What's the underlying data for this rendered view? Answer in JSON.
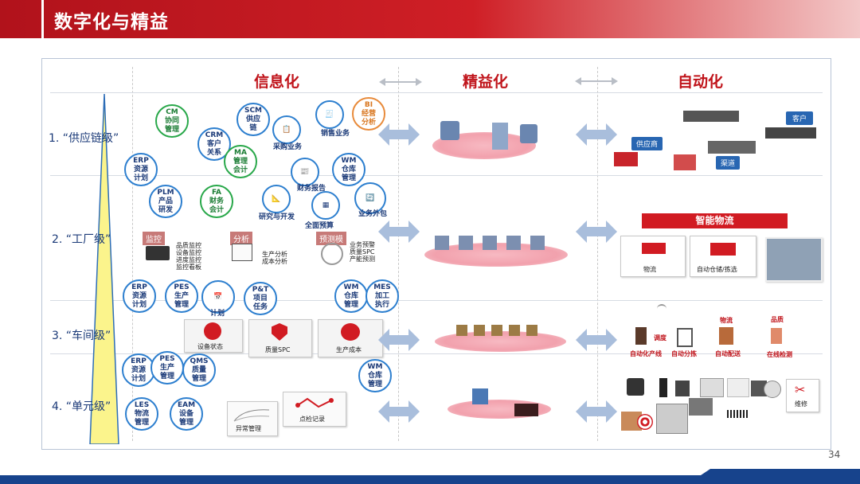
{
  "header": {
    "title": "数字化与精益"
  },
  "page_number": "34",
  "sections": {
    "info": "信息化",
    "lean": "精益化",
    "auto": "自动化"
  },
  "levels": [
    "1. “供应链级”",
    "2. “工厂级”",
    "3. “车间级”",
    "4. “单元级”"
  ],
  "circles": {
    "cm": "CM\n协同\n管理",
    "scm": "SCM\n供应\n链",
    "bi": "BI\n经营\n分析",
    "crm": "CRM\n客户\n关系",
    "ma": "MA\n管理\n会计",
    "wm1": "WM\n仓库\n管理",
    "erp1": "ERP\n资源\n计划",
    "plm": "PLM\n产品\n研发",
    "fa": "FA\n财务\n会计",
    "erp2": "ERP\n资源\n计划",
    "pes1": "PES\n生产\n管理",
    "pt": "P&T\n项目\n任务",
    "wm2": "WM\n仓库\n管理",
    "mes": "MES\n加工\n执行",
    "erp3": "ERP\n资源\n计划",
    "pes2": "PES\n生产\n管理",
    "qms": "QMS\n质量\n管理",
    "wm3": "WM\n仓库\n管理",
    "les": "LES\n物流\n管理",
    "eam": "EAM\n设备\n管理"
  },
  "labels": {
    "caigou": "采购业务",
    "xiaoshou": "销售业务",
    "caiwu": "财务报告",
    "yanjiu": "研究与开发",
    "quanmian": "全面预算",
    "waibao": "业务外包",
    "jihua": "计划"
  },
  "factory": {
    "tag_monitor": "监控",
    "tag_analysis": "分析",
    "tag_predict": "预测模",
    "monitor_items": [
      "品质监控",
      "设备监控",
      "进度监控",
      "监控看板"
    ],
    "analysis_items": [
      "生产分析",
      "成本分析"
    ],
    "predict_items": [
      "业务预警",
      "质量SPC",
      "产能预测"
    ]
  },
  "workshop": {
    "equip": "设备状态",
    "spc": "质量SPC",
    "cost": "生产成本"
  },
  "unit": {
    "abnormal": "异常管理",
    "checkpoint": "点检记录"
  },
  "auto": {
    "supplier": "供应商",
    "channel": "渠道",
    "customer": "客户",
    "smart_logistics": "智能物流",
    "logistics": "物流",
    "warehouse": "自动仓储/拣选",
    "dispatch": "调度",
    "wl_title": "物流",
    "quality": "品质",
    "line": "自动化产线",
    "sort": "自动分拣",
    "delivery": "自动配送",
    "inspect": "在线检测",
    "repair": "维修"
  }
}
